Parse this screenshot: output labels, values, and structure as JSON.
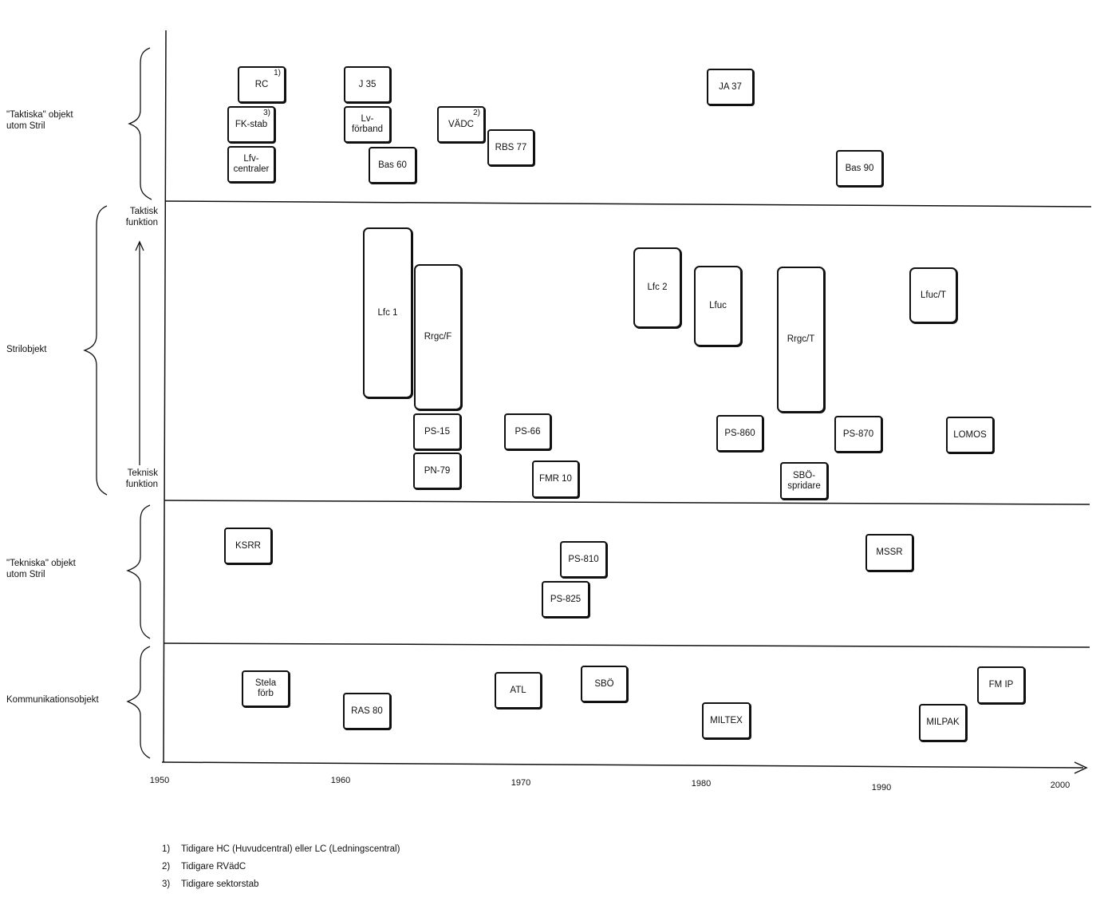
{
  "groups": {
    "taktiska": "\"Taktiska\" objekt\nutom Stril",
    "strilobjekt": "Strilobjekt",
    "tekniska": "\"Tekniska\" objekt\nutom Stril",
    "kommunikation": "Kommunikationsobjekt"
  },
  "axis": {
    "top_label": "Taktisk\nfunktion",
    "bottom_label": "Teknisk\nfunktion"
  },
  "years": [
    "1950",
    "1960",
    "1970",
    "1980",
    "1990",
    "2000"
  ],
  "objects": {
    "rc": "RC",
    "rc_fn": "1)",
    "j35": "J 35",
    "ja37": "JA 37",
    "fkstab": "FK-stab",
    "fkstab_fn": "3)",
    "lvforband": "Lv-\nförband",
    "vadc": "VÄDC",
    "vadc_fn": "2)",
    "rbs77": "RBS 77",
    "lfvcentraler": "Lfv-\ncentraler",
    "bas60": "Bas 60",
    "bas90": "Bas 90",
    "lfc1": "Lfc 1",
    "rrgcf": "Rrgc/F",
    "lfc2": "Lfc 2",
    "lfuc": "Lfuc",
    "rrgct": "Rrgc/T",
    "lfuct": "Lfuc/T",
    "ps15": "PS-15",
    "ps66": "PS-66",
    "ps860": "PS-860",
    "ps870": "PS-870",
    "lomos": "LOMOS",
    "pn79": "PN-79",
    "fmr10": "FMR 10",
    "sbospridare": "SBÖ-\nspridare",
    "ksrr": "KSRR",
    "ps810": "PS-810",
    "ps825": "PS-825",
    "mssr": "MSSR",
    "stelaforb": "Stela\nförb",
    "ras80": "RAS 80",
    "atl": "ATL",
    "sbo": "SBÖ",
    "fmip": "FM IP",
    "miltex": "MILTEX",
    "milpak": "MILPAK"
  },
  "footnotes": [
    {
      "num": "1)",
      "text": "Tidigare HC (Huvudcentral) eller LC (Ledningscentral)"
    },
    {
      "num": "2)",
      "text": "Tidigare RVädC"
    },
    {
      "num": "3)",
      "text": "Tidigare sektorstab"
    }
  ]
}
